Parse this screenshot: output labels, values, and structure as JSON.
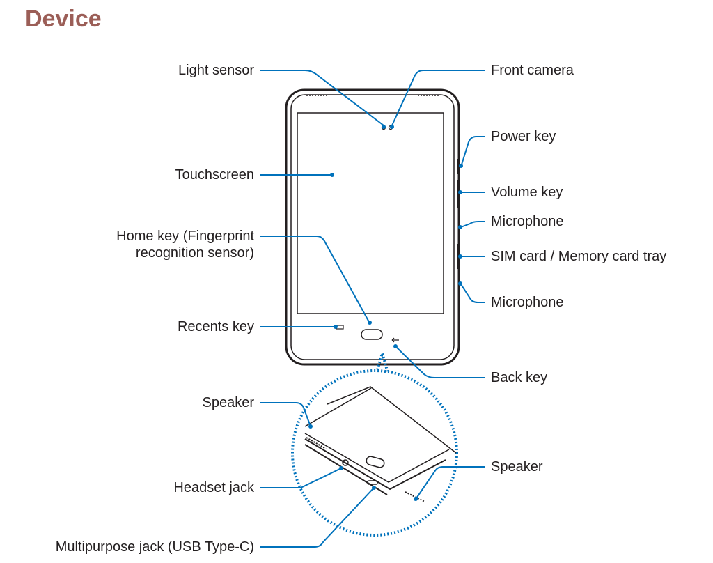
{
  "title": "Device",
  "labels": {
    "light_sensor": "Light sensor",
    "touchscreen": "Touchscreen",
    "home_key": "Home key (Fingerprint\nrecognition sensor)",
    "recents_key": "Recents key",
    "speaker_left": "Speaker",
    "headset_jack": "Headset jack",
    "multipurpose_jack": "Multipurpose jack (USB Type-C)",
    "front_camera": "Front camera",
    "power_key": "Power key",
    "volume_key": "Volume key",
    "microphone_top": "Microphone",
    "sim_tray": "SIM card / Memory card tray",
    "microphone_bottom": "Microphone",
    "back_key": "Back key",
    "speaker_right": "Speaker"
  },
  "colors": {
    "title": "#9b5e57",
    "callout": "#0072bc",
    "outline": "#231f20"
  }
}
